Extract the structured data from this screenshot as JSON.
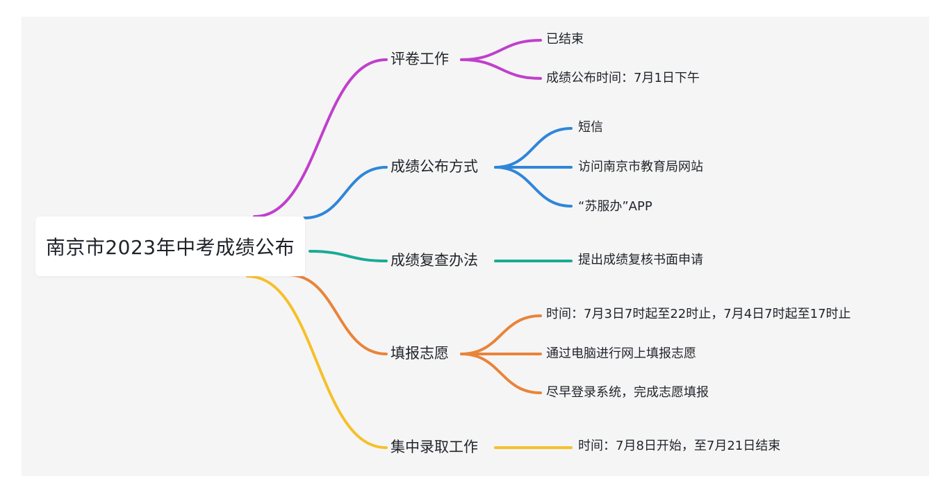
{
  "root": {
    "label": "南京市2023年中考成绩公布"
  },
  "branches": [
    {
      "label": "评卷工作",
      "color": "#c03fcc",
      "leaves": [
        "已结束",
        "成绩公布时间：7月1日下午"
      ]
    },
    {
      "label": "成绩公布方式",
      "color": "#2f86d9",
      "leaves": [
        "短信",
        "访问南京市教育局网站",
        "“苏服办”APP"
      ]
    },
    {
      "label": "成绩复查办法",
      "color": "#1aaa95",
      "leaves": [
        "提出成绩复核书面申请"
      ]
    },
    {
      "label": "填报志愿",
      "color": "#e8843a",
      "leaves": [
        "时间：7月3日7时起至22时止，7月4日7时起至17时止",
        "通过电脑进行网上填报志愿",
        "尽早登录系统，完成志愿填报"
      ]
    },
    {
      "label": "集中录取工作",
      "color": "#f5c02a",
      "leaves": [
        "时间：7月8日开始，至7月21日结束"
      ]
    }
  ]
}
